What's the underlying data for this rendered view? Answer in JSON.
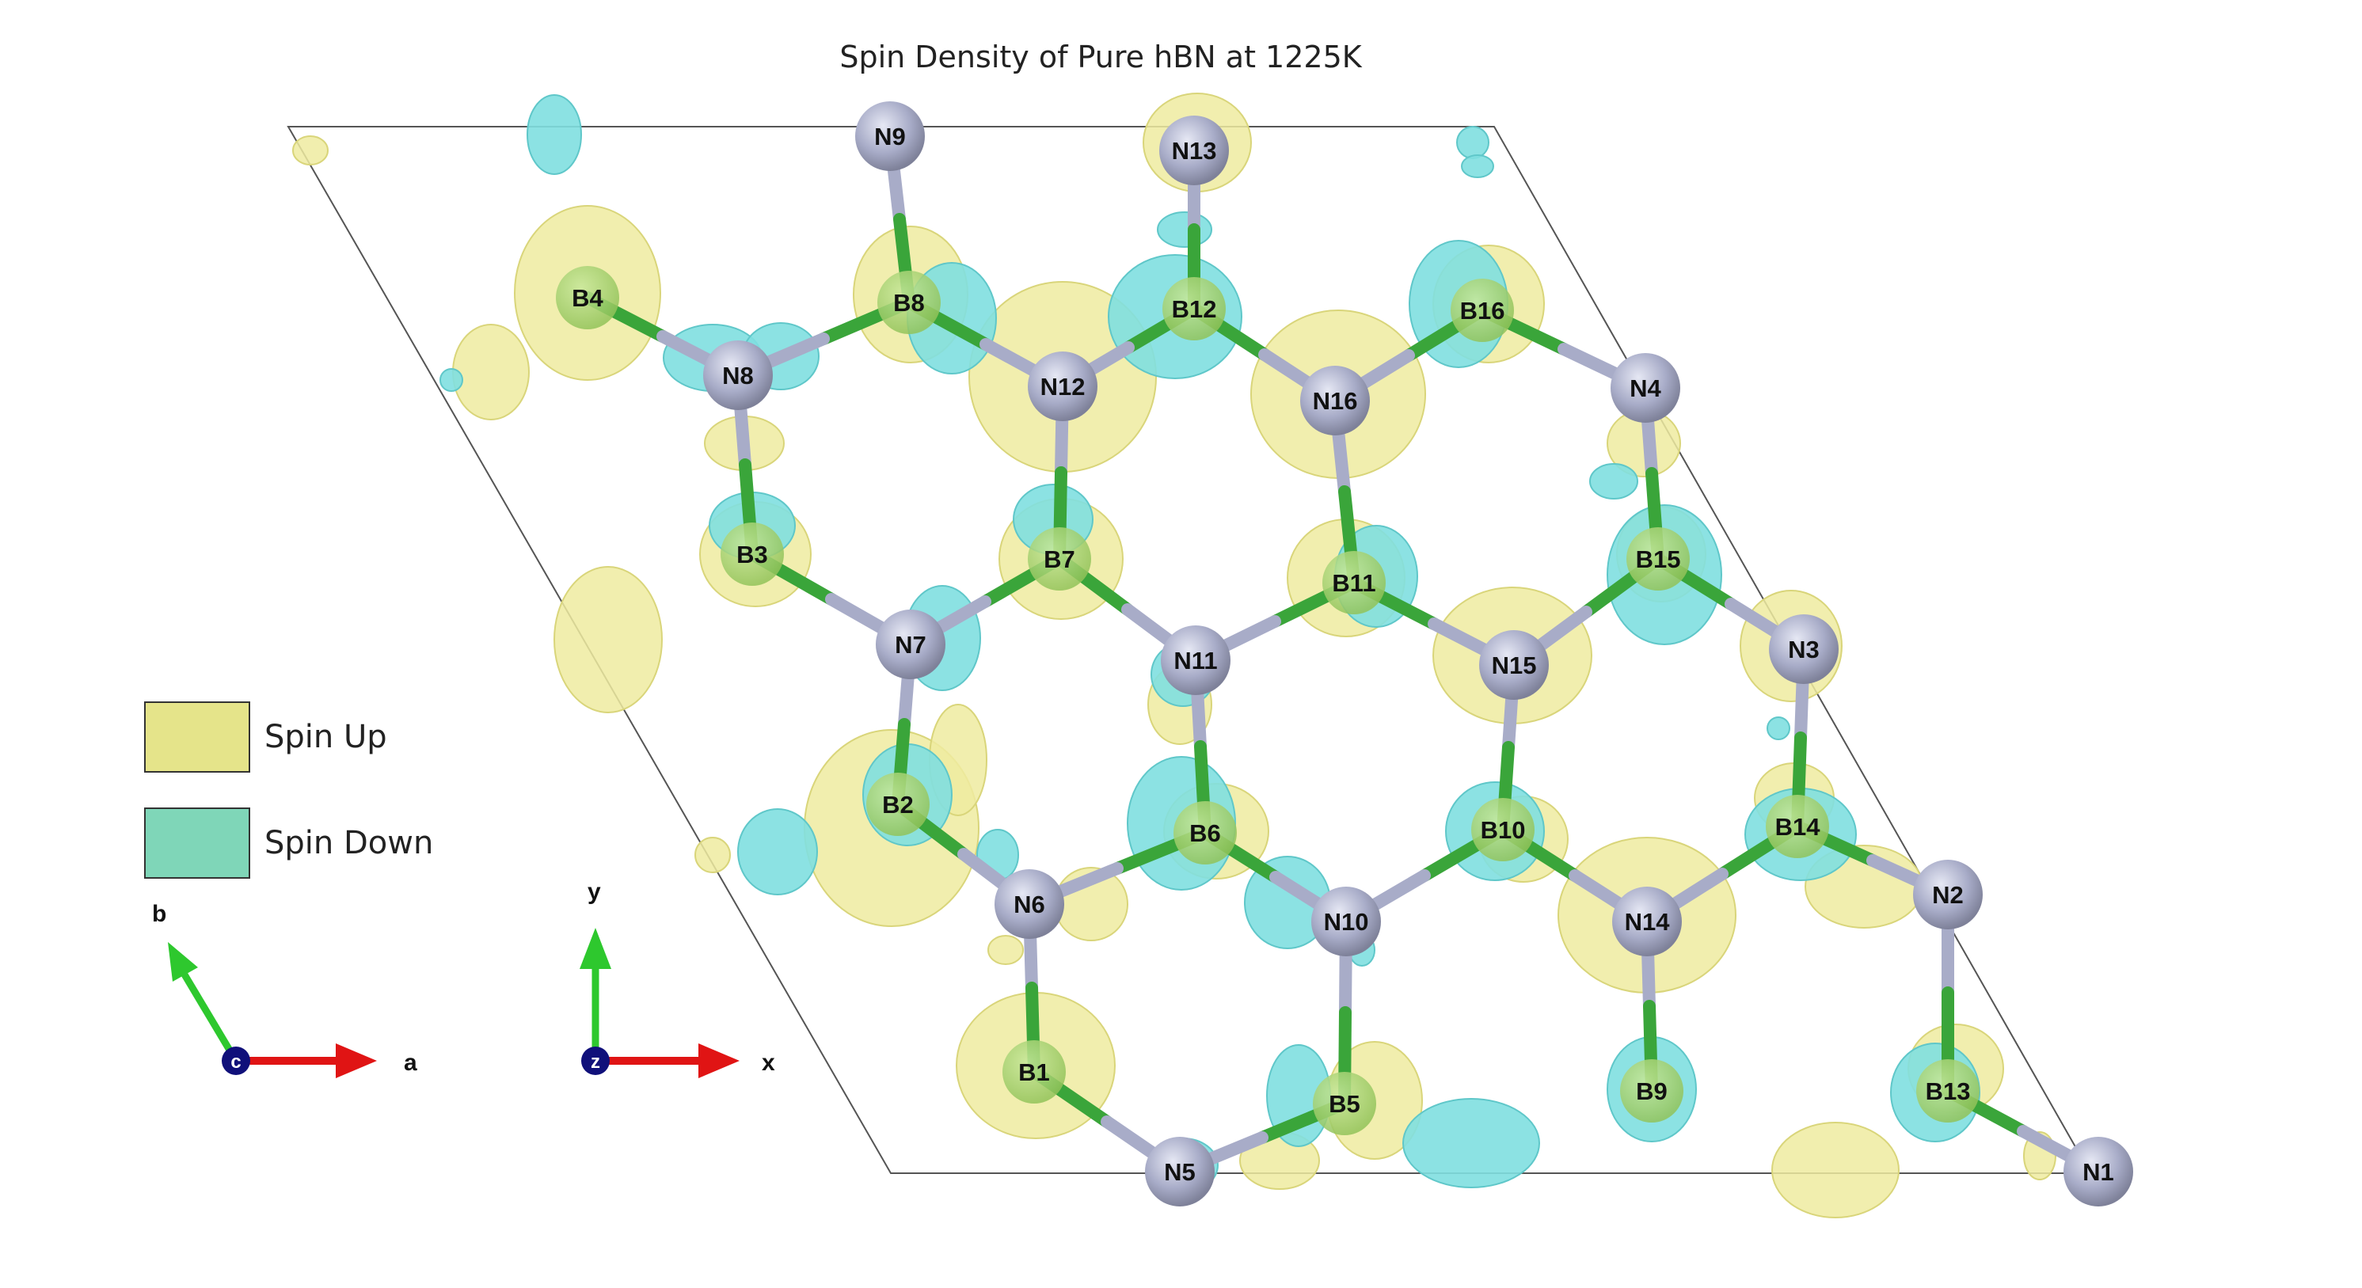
{
  "title": "Spin Density of Pure hBN at 1225K",
  "legend": [
    {
      "label": "Spin Up",
      "color": "#e5e48a"
    },
    {
      "label": "Spin Down",
      "color": "#7fd6b8"
    }
  ],
  "axes_abc": {
    "a": "a",
    "b": "b",
    "c": "c"
  },
  "axes_xyz": {
    "x": "x",
    "y": "y",
    "z": "z"
  },
  "colors": {
    "boron_bond": "#3aa53a",
    "nitrogen": "#a8acc8",
    "spin_up_iso": "#eeeba0",
    "spin_down_iso": "#7fdfe0",
    "axis_red": "#e01414",
    "axis_green": "#2ec82e",
    "axis_blue": "#10107a"
  },
  "atoms": [
    {
      "label": "N9",
      "element": "N"
    },
    {
      "label": "N13",
      "element": "N"
    },
    {
      "label": "B4",
      "element": "B"
    },
    {
      "label": "B8",
      "element": "B"
    },
    {
      "label": "B12",
      "element": "B"
    },
    {
      "label": "B16",
      "element": "B"
    },
    {
      "label": "N8",
      "element": "N"
    },
    {
      "label": "N12",
      "element": "N"
    },
    {
      "label": "N16",
      "element": "N"
    },
    {
      "label": "N4",
      "element": "N"
    },
    {
      "label": "B3",
      "element": "B"
    },
    {
      "label": "B7",
      "element": "B"
    },
    {
      "label": "B11",
      "element": "B"
    },
    {
      "label": "B15",
      "element": "B"
    },
    {
      "label": "N7",
      "element": "N"
    },
    {
      "label": "N11",
      "element": "N"
    },
    {
      "label": "N15",
      "element": "N"
    },
    {
      "label": "N3",
      "element": "N"
    },
    {
      "label": "B2",
      "element": "B"
    },
    {
      "label": "B6",
      "element": "B"
    },
    {
      "label": "B10",
      "element": "B"
    },
    {
      "label": "B14",
      "element": "B"
    },
    {
      "label": "N6",
      "element": "N"
    },
    {
      "label": "N10",
      "element": "N"
    },
    {
      "label": "N14",
      "element": "N"
    },
    {
      "label": "N2",
      "element": "N"
    },
    {
      "label": "B1",
      "element": "B"
    },
    {
      "label": "B5",
      "element": "B"
    },
    {
      "label": "B9",
      "element": "B"
    },
    {
      "label": "B13",
      "element": "B"
    },
    {
      "label": "N5",
      "element": "N"
    },
    {
      "label": "N1",
      "element": "N"
    }
  ]
}
